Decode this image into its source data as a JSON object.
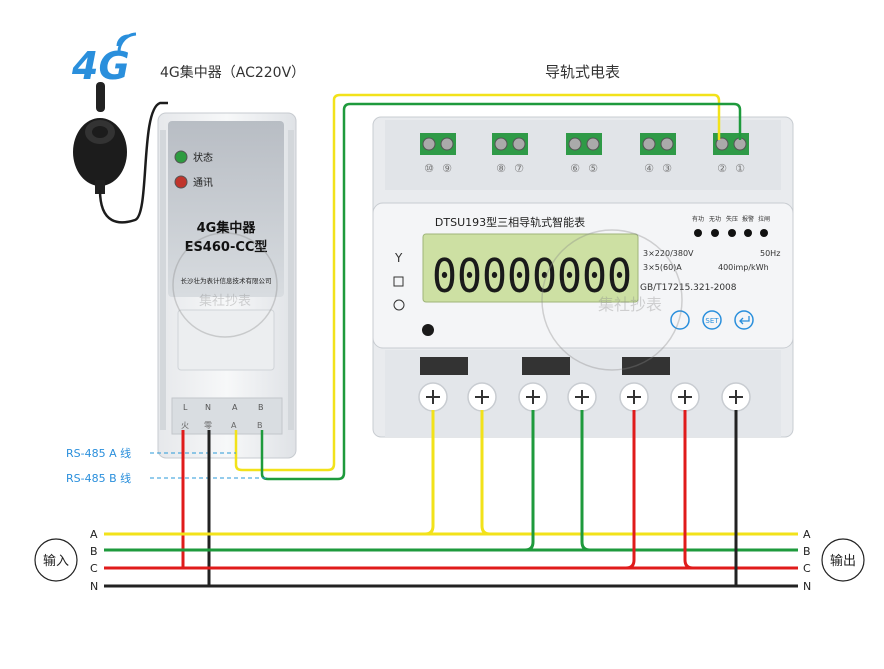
{
  "title_concentrator": "4G集中器（AC220V）",
  "title_meter": "导轨式电表",
  "logo_4g": "4G",
  "concentrator": {
    "status_label": "状态",
    "comm_label": "通讯",
    "name_line1": "4G集中器",
    "name_line2": "ES460-CC型",
    "maker": "长沙壮为表计信息技术有限公司",
    "terminals": [
      "L",
      "N",
      "A",
      "B"
    ],
    "terminal_cn": [
      "火",
      "零",
      "A",
      "B"
    ]
  },
  "meter": {
    "model": "DTSU193型三相导轨式智能表",
    "display": "00000000",
    "spec_voltage": "3×220/380V",
    "spec_current": "3×5(60)A",
    "spec_freq": "50Hz",
    "spec_imp": "400imp/kWh",
    "standard": "GB/T17215.321-2008",
    "indicators": [
      "有功",
      "无功",
      "失压",
      "报警",
      "拉闸"
    ],
    "top_terminals": [
      "⑩",
      "⑨",
      "⑧",
      "⑦",
      "⑥",
      "⑤",
      "④",
      "③",
      "②",
      "①"
    ],
    "set_label": "SET"
  },
  "labels": {
    "rs485_a": "RS-485 A 线",
    "rs485_b": "RS-485 B 线",
    "input": "输入",
    "output": "输出",
    "phases": [
      "A",
      "B",
      "C",
      "N"
    ]
  },
  "watermark": "集社抄表",
  "colors": {
    "phase_a": "#f2e21a",
    "phase_b": "#1e9a3c",
    "phase_c": "#e01b1b",
    "phase_n": "#222222",
    "dashed": "#2a9ad8",
    "lcd": "#cde0a3",
    "logo": "#2a8fdc"
  }
}
